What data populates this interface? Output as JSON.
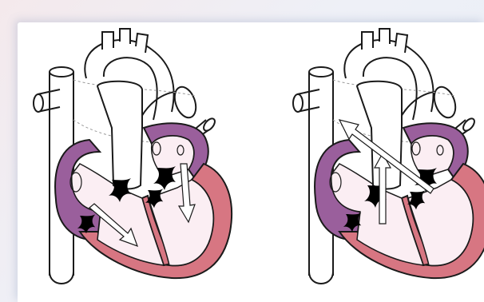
{
  "figure": {
    "panels": [
      {
        "id": "diastole",
        "arrow_direction": "down"
      },
      {
        "id": "systole",
        "arrow_direction": "up"
      }
    ],
    "colors": {
      "background": "#ffffff",
      "chamber_fill": "#fbeef3",
      "atrium_wall": "#9a5f9c",
      "ventricle_wall": "#d77682",
      "outline": "#1a1a1a",
      "valve": "#000000"
    },
    "icons": [
      "heart-diagram",
      "arrow-icon"
    ]
  }
}
